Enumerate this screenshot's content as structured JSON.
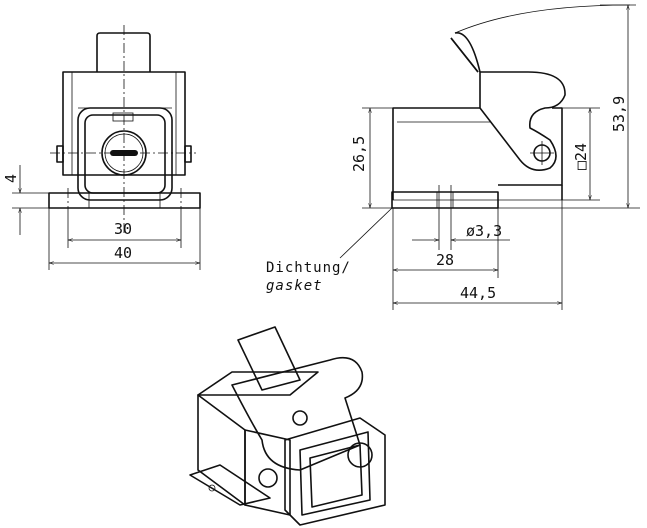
{
  "front_view": {
    "dim_base_height": "4",
    "dim_hole_spacing": "30",
    "dim_base_width": "40"
  },
  "side_view": {
    "dim_body_height": "26,5",
    "dim_square": "□24",
    "dim_total_height": "53,9",
    "dim_hole_diameter": "ø3,3",
    "dim_hole_spacing": "28",
    "dim_total_length": "44,5"
  },
  "gasket_note": {
    "line1": "Dichtung/",
    "line2": "gasket"
  }
}
